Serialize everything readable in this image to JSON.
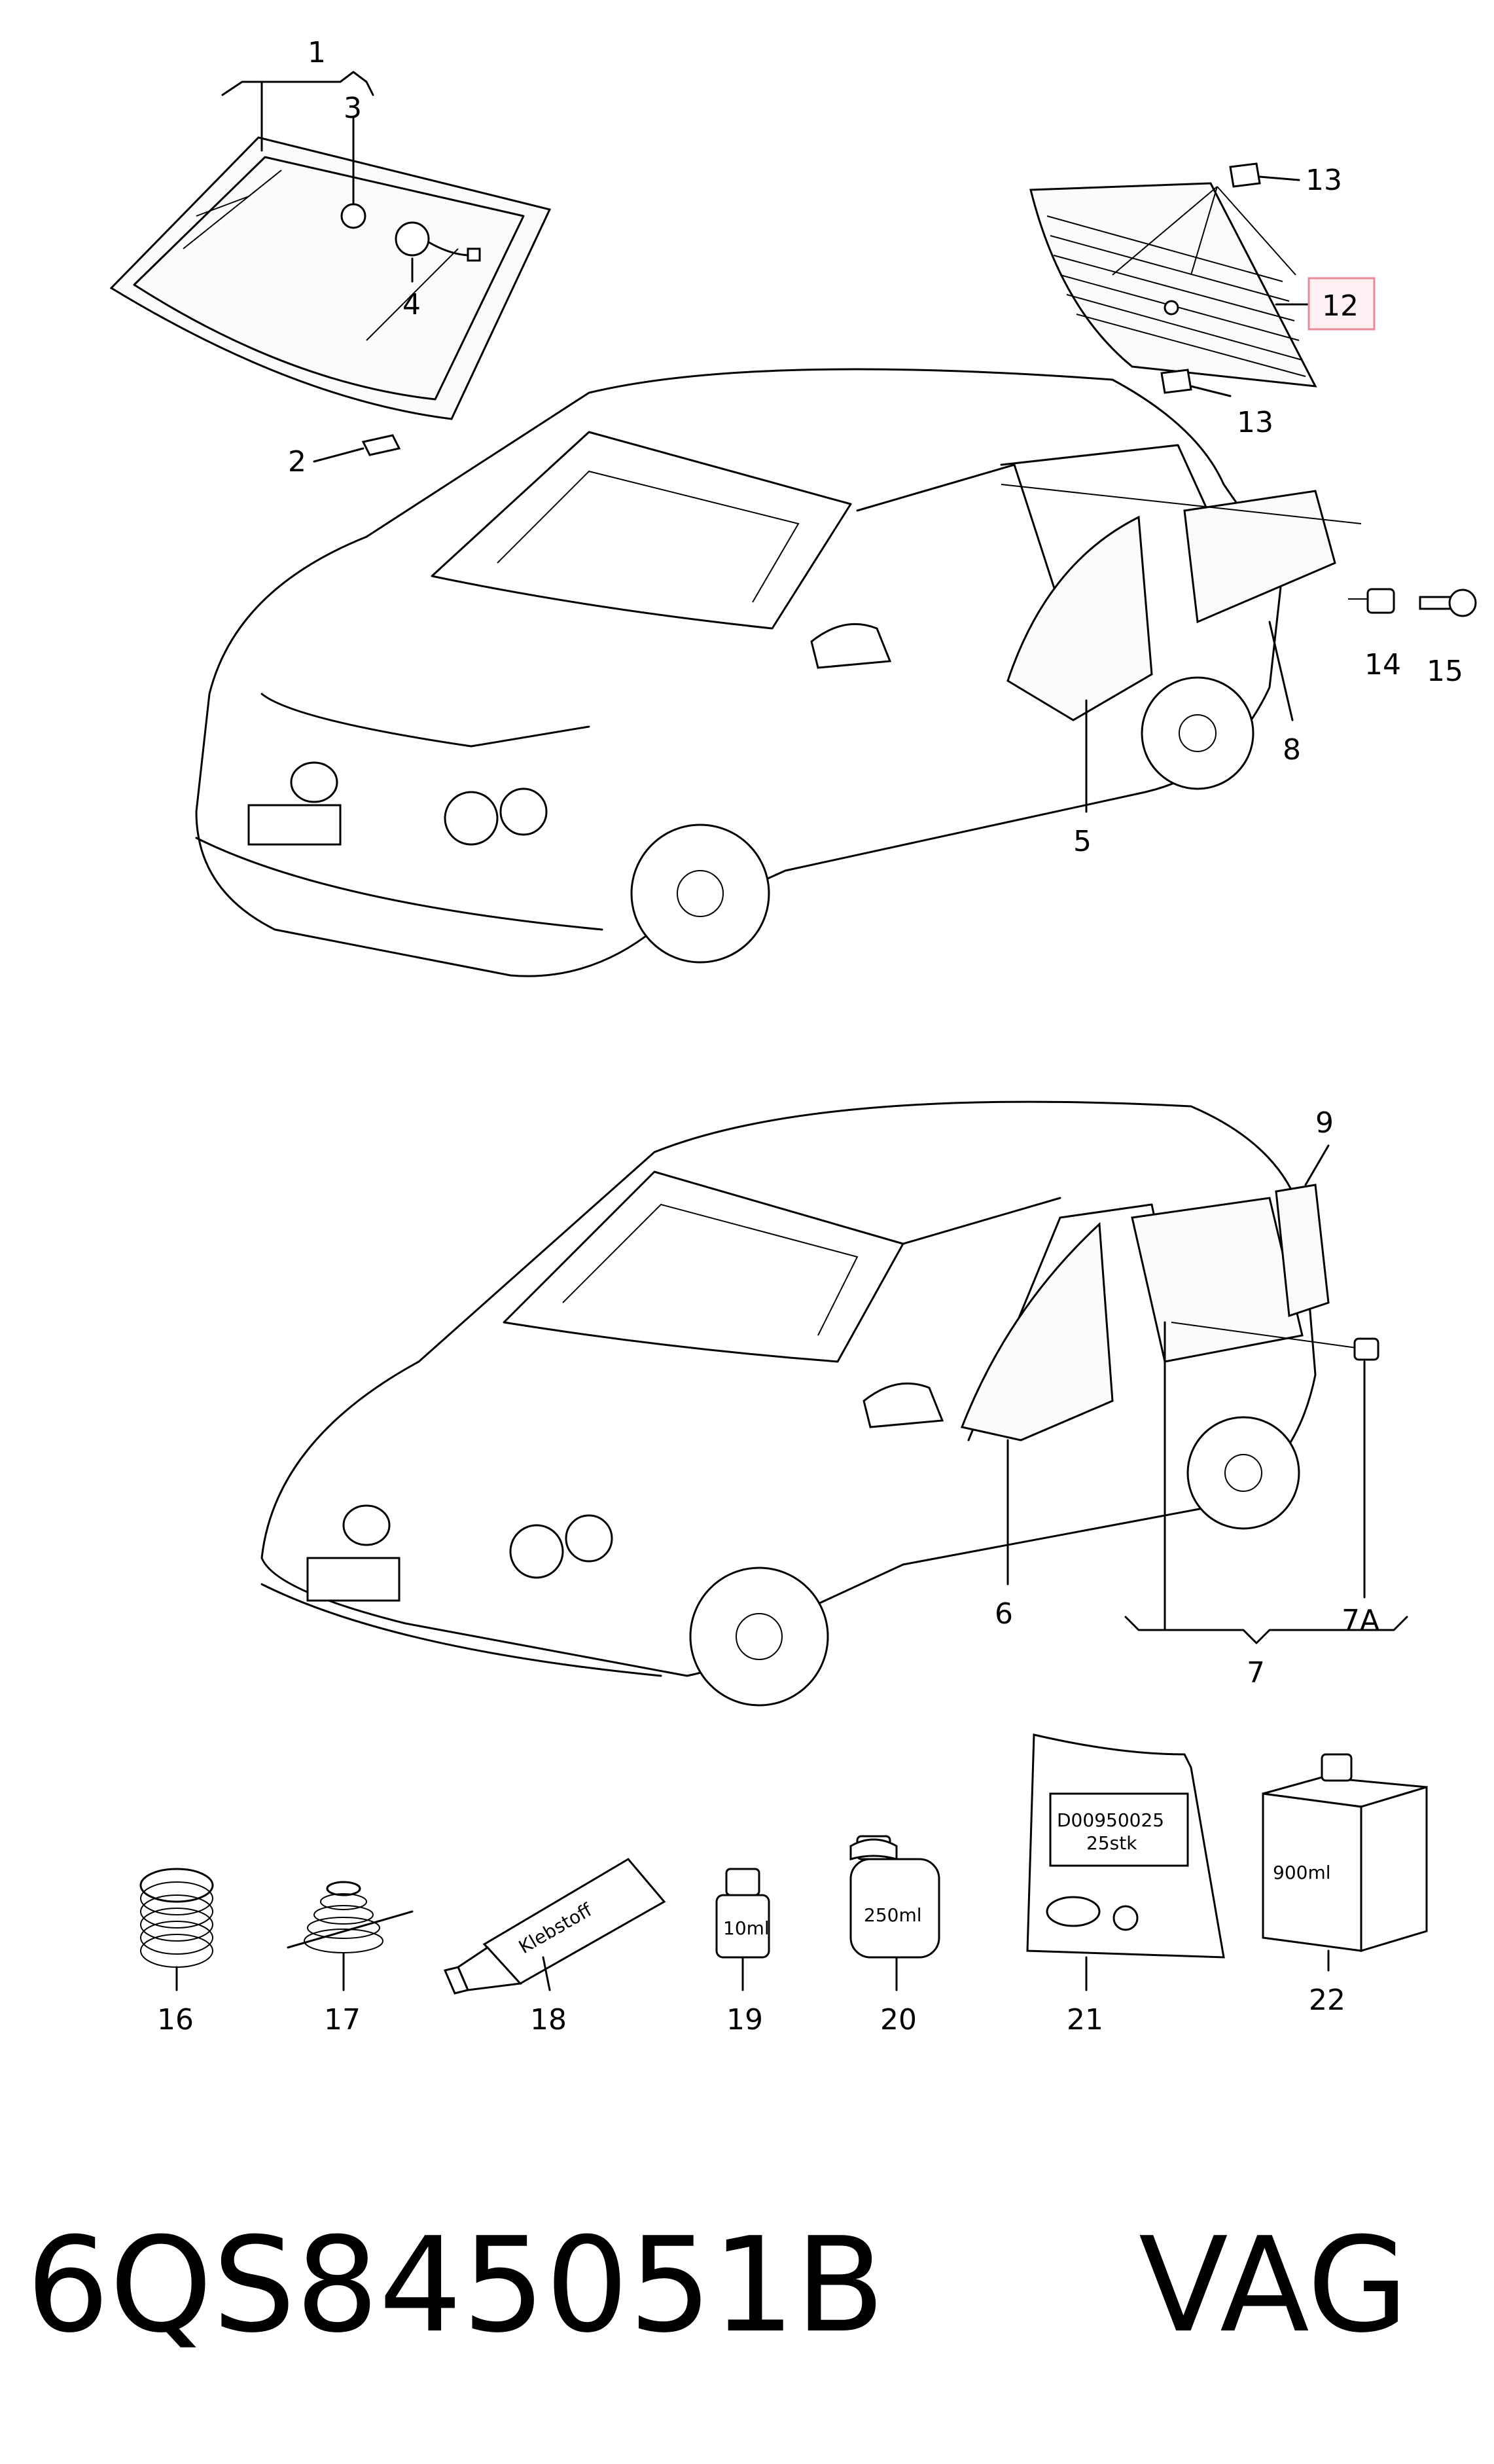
{
  "callouts": {
    "c1": "1",
    "c2": "2",
    "c3": "3",
    "c4": "4",
    "c5": "5",
    "c6": "6",
    "c7": "7",
    "c7a": "7A",
    "c8": "8",
    "c9": "9",
    "c12": "12",
    "c13a": "13",
    "c13b": "13",
    "c14": "14",
    "c15": "15",
    "c16": "16",
    "c17": "17",
    "c18": "18",
    "c19": "19",
    "c20": "20",
    "c21": "21",
    "c22": "22"
  },
  "highlight_color": "#e88a95",
  "packages": {
    "tube_label": "Klebstoff",
    "bottle_small": "10ml",
    "can_label": "250ml",
    "bag_line1": "D00950025",
    "bag_line2": "25stk",
    "box_label": "900ml"
  },
  "footer": {
    "part_number": "6QS845051B",
    "brand": "VAG"
  }
}
